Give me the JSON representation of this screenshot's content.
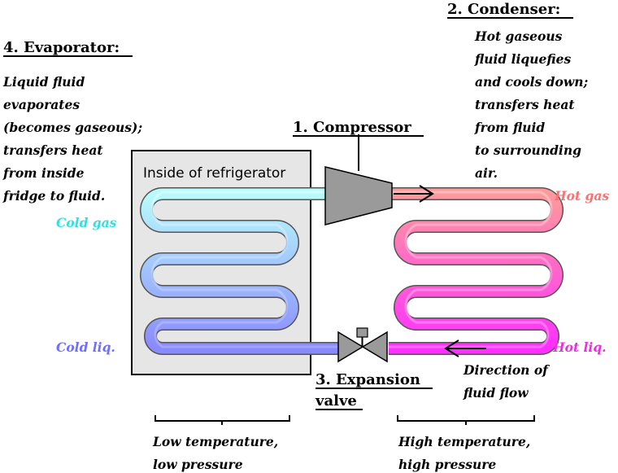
{
  "labels": {
    "compressor": "1. Compressor",
    "condenser": "2. Condenser:",
    "expansion_line1": "3. Expansion",
    "expansion_line2": "valve",
    "evaporator": "4. Evaporator:",
    "inside": "Inside of refrigerator",
    "hot_gas": "Hot gas",
    "hot_liq": "Hot liq.",
    "cold_gas": "Cold gas",
    "cold_liq": "Cold liq."
  },
  "condenser_desc": [
    "Hot gaseous",
    "fluid liquefies",
    "and cools down;",
    "transfers heat",
    "from fluid",
    "to surrounding",
    "air."
  ],
  "evaporator_desc": [
    "Liquid fluid",
    "evaporates",
    "(becomes gaseous);",
    "transfers heat",
    "from inside",
    "fridge to fluid."
  ],
  "flow_desc": [
    "Direction of",
    "fluid flow"
  ],
  "low_side": [
    "Low temperature,",
    "low pressure"
  ],
  "high_side": [
    "High temperature,",
    "high pressure"
  ],
  "colors": {
    "hot_gas": "#ff6f6f",
    "hot_liq": "#ee2ee0",
    "cold_gas": "#33e0e0",
    "cold_liq": "#6f6fff",
    "device_fill": "#9a9a9a"
  }
}
